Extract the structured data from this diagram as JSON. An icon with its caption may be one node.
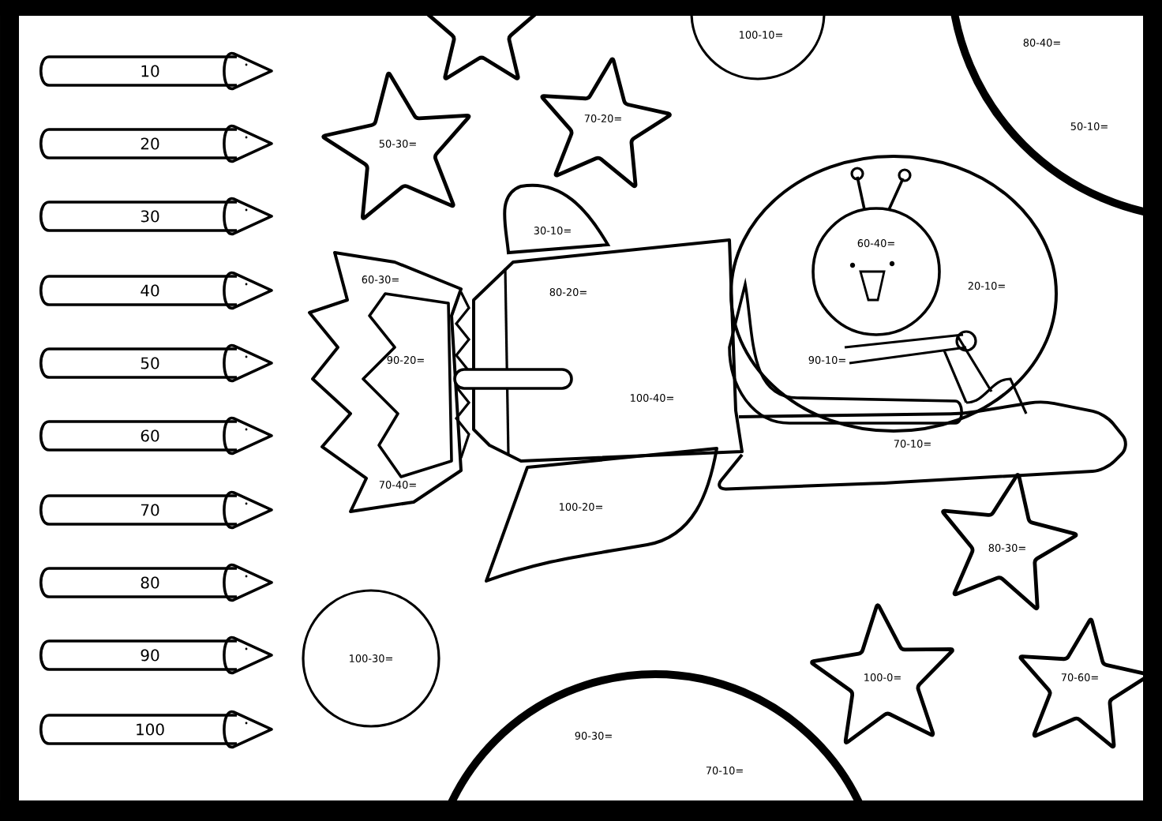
{
  "diagram": {
    "nodes": [
      {
        "text": [
          "10"
        ]
      },
      {
        "text": [
          "20"
        ]
      },
      {
        "text": [
          "30"
        ]
      },
      {
        "text": [
          "40"
        ]
      },
      {
        "text": [
          "50"
        ]
      },
      {
        "text": [
          "60"
        ]
      },
      {
        "text": [
          "70"
        ]
      },
      {
        "text": [
          "80"
        ]
      },
      {
        "text": [
          "90"
        ]
      },
      {
        "text": [
          "100"
        ]
      },
      {
        "text": [],
        "shape": "star"
      },
      {
        "text": [
          "100-10="
        ]
      },
      {
        "text": [
          "80-40=",
          "50-10="
        ]
      },
      {
        "text": [
          "70-20="
        ]
      },
      {
        "text": [
          "50-30="
        ]
      },
      {
        "text": [
          "30-10="
        ]
      },
      {
        "text": [
          "20-10="
        ]
      },
      {
        "text": [
          "60-40="
        ],
        "in": 16
      },
      {
        "text": [
          "60-30=",
          "70-40="
        ]
      },
      {
        "text": [
          "90-20="
        ],
        "in": 18
      },
      {
        "text": [
          "80-20=",
          "100-40="
        ]
      },
      {
        "text": [
          "90-10="
        ],
        "in": 16
      },
      {
        "text": [
          "70-10="
        ]
      },
      {
        "text": [
          "100-20="
        ]
      },
      {
        "text": [
          "80-30="
        ]
      },
      {
        "text": [
          "100-30="
        ]
      },
      {
        "text": [
          "100-0="
        ]
      },
      {
        "text": [
          "70-60="
        ]
      },
      {
        "text": [
          "90-30=",
          "70-10="
        ]
      }
    ]
  }
}
